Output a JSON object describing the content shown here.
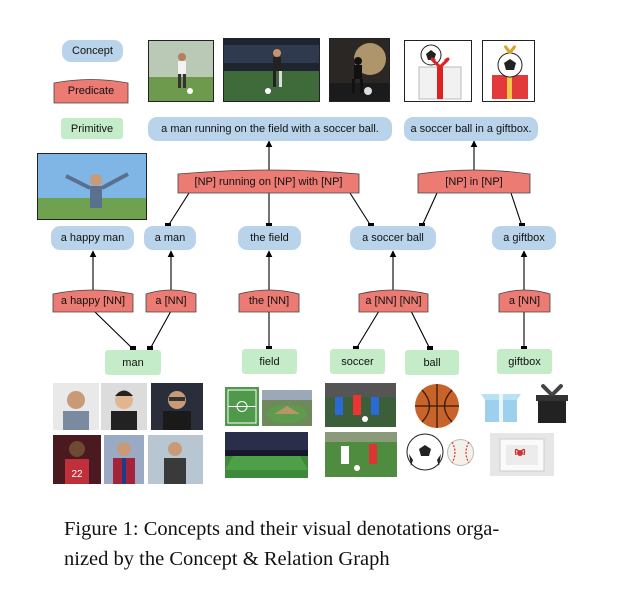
{
  "legend": {
    "concept": "Concept",
    "predicate": "Predicate",
    "primitive": "Primitive"
  },
  "concepts": {
    "man_running": "a man running on the field with a soccer ball.",
    "ball_giftbox": "a soccer ball in a giftbox.",
    "happy_man": "a happy man",
    "a_man": "a man",
    "the_field": "the field",
    "a_soccer_ball": "a soccer ball",
    "a_giftbox": "a giftbox"
  },
  "predicates": {
    "running_with": "[NP] running on [NP] with [NP]",
    "in": "[NP] in [NP]",
    "a_happy": "a happy [NN]",
    "a_1": "a [NN]",
    "the": "the [NN]",
    "a_soccer": "a [NN] [NN]",
    "a_2": "a [NN]"
  },
  "primitives": {
    "man": "man",
    "field": "field",
    "soccer": "soccer",
    "ball": "ball",
    "giftbox": "giftbox"
  },
  "colors": {
    "concept": "#b9d4ea",
    "predicate": "#ec7b74",
    "primitive": "#c5ecc9"
  },
  "caption": {
    "line1": "Figure 1: Concepts and their visual denotations orga-",
    "line2": "nized by the Concept & Relation Graph"
  }
}
